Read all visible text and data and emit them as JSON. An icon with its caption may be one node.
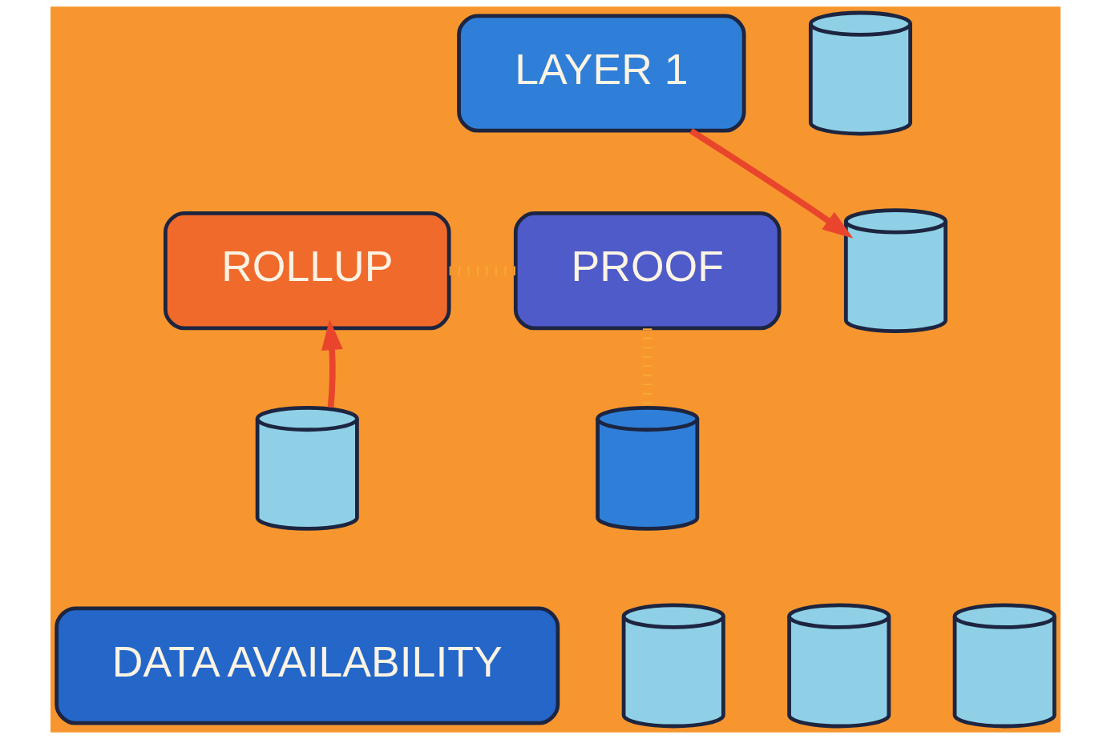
{
  "diagram": {
    "nodes": [
      {
        "text": [
          "LAYER 1"
        ]
      },
      {
        "text": [],
        "shape": "cylinder"
      },
      {
        "text": [
          "ROLLUP"
        ]
      },
      {
        "text": [],
        "shape": "cylinder"
      },
      {
        "text": [
          "PROOF"
        ]
      },
      {
        "text": [],
        "shape": "cylinder"
      },
      {
        "text": [
          "DATA AVAILABILITY"
        ]
      },
      {
        "text": [],
        "shape": "cylinder"
      },
      {
        "text": [],
        "shape": "cylinder"
      },
      {
        "text": [],
        "shape": "cylinder"
      },
      {
        "text": [],
        "shape": "cylinder"
      }
    ],
    "edges": [
      {
        "from": 0,
        "to": 3,
        "arrow": "to",
        "color": "#e8452c"
      },
      {
        "from": 5,
        "to": 2,
        "arrow": "to",
        "color": "#e8452c"
      },
      {
        "from": 2,
        "to": 4,
        "arrow": "none",
        "style": "dashed",
        "color": "#f7a938"
      },
      {
        "from": 4,
        "to": 7,
        "arrow": "none",
        "style": "dashed",
        "color": "#f7a938"
      }
    ]
  }
}
